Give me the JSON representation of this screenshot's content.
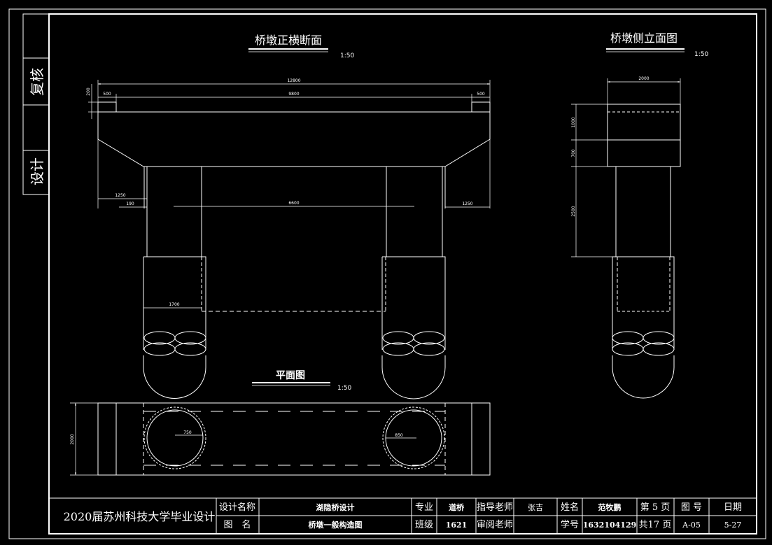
{
  "views": {
    "front_title": "桥墩正横断面",
    "front_scale": "1:50",
    "side_title": "桥墩侧立面图",
    "side_scale": "1:50",
    "plan_title": "平面图",
    "plan_scale": "1:50"
  },
  "margin": {
    "review": "复核",
    "design": "设计"
  },
  "dims": {
    "total_width": "12800",
    "cap_inner": "9800",
    "cap_left": "500",
    "cap_right": "500",
    "cap_height": "200",
    "left_overhang": "1250",
    "right_overhang": "1250",
    "gap_small": "190",
    "column_spacing": "6600",
    "pile_width": "1700",
    "side_width": "2000",
    "side_top": "1000",
    "side_mid": "700",
    "side_column": "2500",
    "plan_width": "2000",
    "plan_radius_a": "750",
    "plan_radius_b": "850"
  },
  "title_block": {
    "school": "2020届苏州科技大学毕业设计",
    "design_name_label": "设计名称",
    "design_name": "湖隐桥设计",
    "figure_label": "图　名",
    "figure_name": "桥墩一般构造图",
    "major_label": "专业",
    "major": "道桥",
    "class_label": "班级",
    "class": "1621",
    "advisor_label": "指导老师",
    "advisor": "张吉",
    "reviewer_label": "审阅老师",
    "reviewer": "",
    "name_label": "姓名",
    "name": "范牧鹏",
    "id_label": "学号",
    "id": "1632104129",
    "page": "第 5 页",
    "total_pages": "共17 页",
    "drawing_no_label": "图 号",
    "drawing_no": "A-05",
    "date_label": "日期",
    "date": "5-27"
  }
}
